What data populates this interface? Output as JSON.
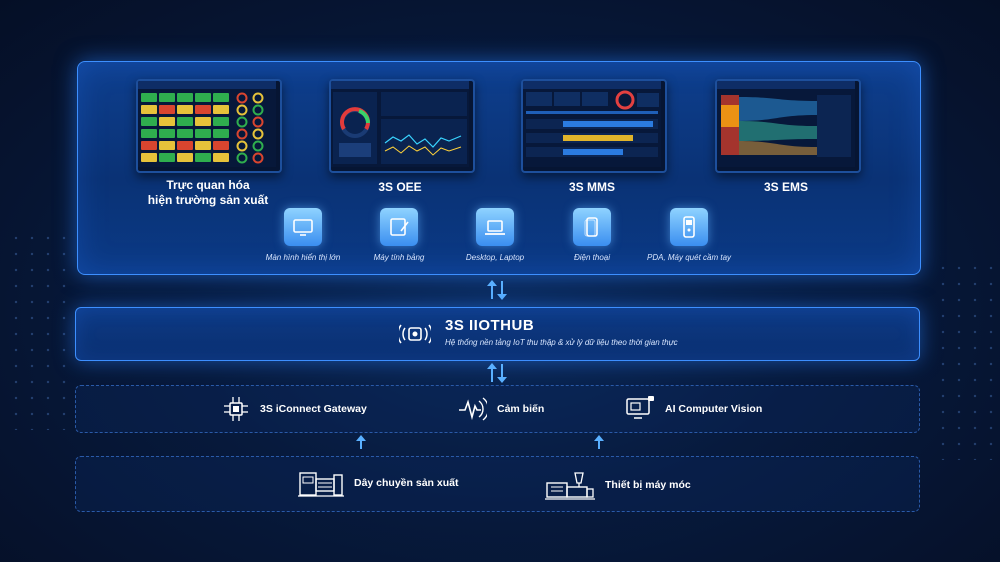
{
  "modules": [
    {
      "title_line1": "Trực quan hóa",
      "title_line2": "hiện trường sản xuất"
    },
    {
      "title_line1": "3S OEE",
      "title_line2": ""
    },
    {
      "title_line1": "3S MMS",
      "title_line2": ""
    },
    {
      "title_line1": "3S EMS",
      "title_line2": ""
    }
  ],
  "devices": [
    {
      "label": "Màn hình hiển thị lớn",
      "icon": "monitor-icon"
    },
    {
      "label": "Máy tính bảng",
      "icon": "tablet-pen-icon"
    },
    {
      "label": "Desktop, Laptop",
      "icon": "laptop-icon"
    },
    {
      "label": "Điện thoại",
      "icon": "phone-icon"
    },
    {
      "label": "PDA, Máy quét cầm tay",
      "icon": "handheld-scanner-icon"
    }
  ],
  "hub": {
    "title": "3S IIOTHUB",
    "subtitle": "Hệ thống nền tảng IoT thu thập & xử lý dữ liệu theo thời gian thực",
    "icon": "wireless-chip-icon"
  },
  "connectors": [
    {
      "label": "3S iConnect Gateway",
      "icon": "circuit-chip-icon"
    },
    {
      "label": "Cảm biến",
      "icon": "sensor-wave-icon"
    },
    {
      "label": "AI Computer Vision",
      "icon": "computer-vision-icon"
    }
  ],
  "sources": [
    {
      "label": "Dây chuyền sản xuất",
      "icon": "production-line-icon"
    },
    {
      "label": "Thiết bị máy móc",
      "icon": "machine-icon"
    }
  ],
  "colors": {
    "accent": "#3d8fff",
    "background": "#071a3d"
  }
}
